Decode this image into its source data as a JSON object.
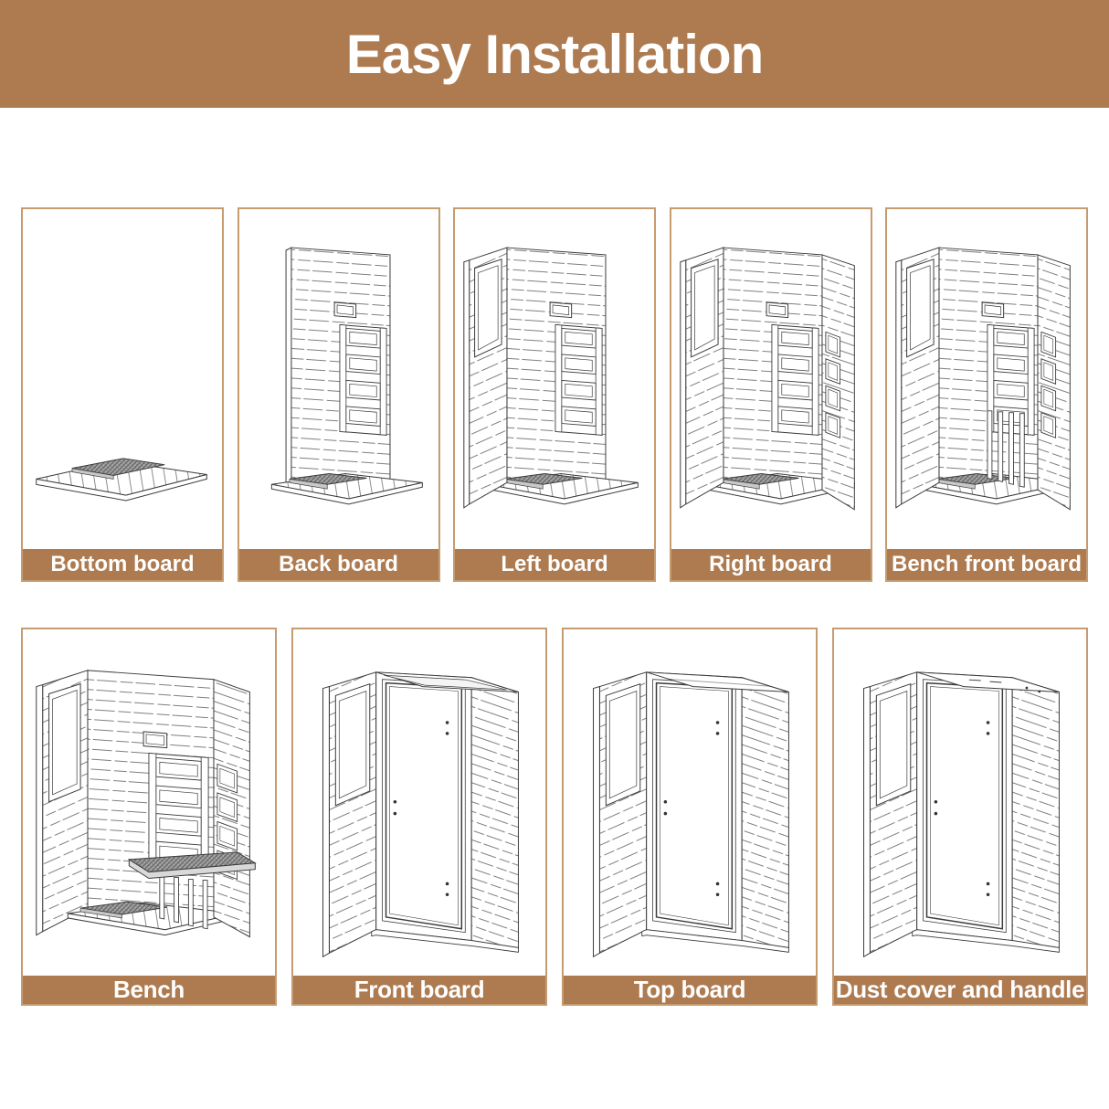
{
  "header": {
    "title": "Easy Installation"
  },
  "rows": [
    {
      "panels": [
        {
          "id": "bottom-board",
          "label": "Bottom board"
        },
        {
          "id": "back-board",
          "label": "Back board"
        },
        {
          "id": "left-board",
          "label": "Left board"
        },
        {
          "id": "right-board",
          "label": "Right board"
        },
        {
          "id": "bench-front-board",
          "label": "Bench front board"
        }
      ]
    },
    {
      "panels": [
        {
          "id": "bench",
          "label": "Bench"
        },
        {
          "id": "front-board",
          "label": "Front board"
        },
        {
          "id": "top-board",
          "label": "Top board"
        },
        {
          "id": "dust-cover-and-handle",
          "label": "Dust cover and handle"
        }
      ]
    }
  ],
  "colors": {
    "accent": "#ae7b51",
    "panel-border": "#c79b72",
    "title-text": "#ffffff",
    "line-art": "#3a3a3a"
  }
}
